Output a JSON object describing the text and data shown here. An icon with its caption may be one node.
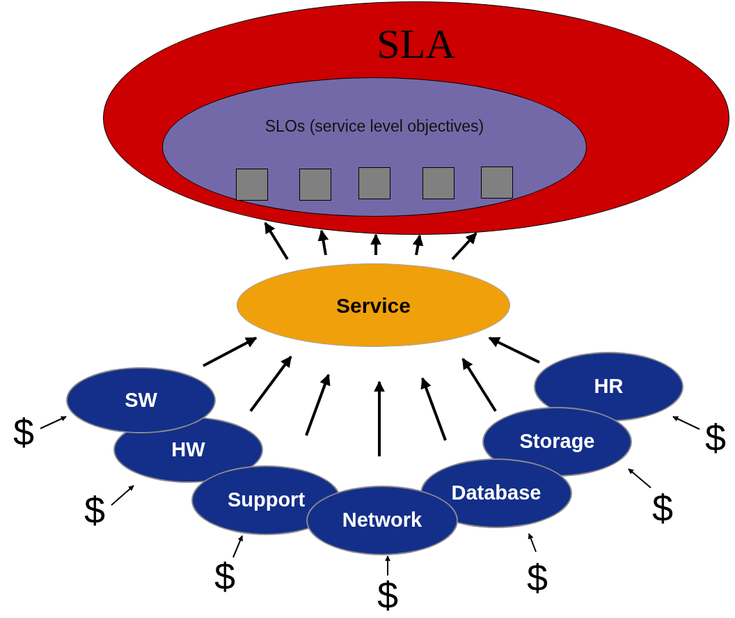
{
  "diagram": {
    "nodes": [
      {
        "text": [
          "SLA"
        ]
      },
      {
        "text": [
          "SLOs (service level objectives)"
        ],
        "in": 0
      },
      {
        "text": [],
        "shape": "box",
        "in": 1
      },
      {
        "text": [],
        "shape": "box",
        "in": 1
      },
      {
        "text": [],
        "shape": "box",
        "in": 1
      },
      {
        "text": [],
        "shape": "box",
        "in": 1
      },
      {
        "text": [],
        "shape": "box",
        "in": 1
      },
      {
        "text": [
          "Service"
        ]
      },
      {
        "text": [
          "SW"
        ]
      },
      {
        "text": [
          "HW"
        ]
      },
      {
        "text": [
          "Support"
        ]
      },
      {
        "text": [
          "Network"
        ]
      },
      {
        "text": [
          "Database"
        ]
      },
      {
        "text": [
          "Storage"
        ]
      },
      {
        "text": [
          "HR"
        ]
      },
      {
        "text": [
          "$"
        ]
      },
      {
        "text": [
          "$"
        ]
      },
      {
        "text": [
          "$"
        ]
      },
      {
        "text": [
          "$"
        ]
      },
      {
        "text": [
          "$"
        ]
      },
      {
        "text": [
          "$"
        ]
      },
      {
        "text": [
          "$"
        ]
      }
    ],
    "edges": [
      {
        "from": 7,
        "to": 0,
        "arrow": "to"
      },
      {
        "from": 7,
        "to": 0,
        "arrow": "to"
      },
      {
        "from": 7,
        "to": 0,
        "arrow": "to"
      },
      {
        "from": 7,
        "to": 0,
        "arrow": "to"
      },
      {
        "from": 7,
        "to": 0,
        "arrow": "to"
      },
      {
        "from": 8,
        "to": 7,
        "arrow": "to"
      },
      {
        "from": 9,
        "to": 7,
        "arrow": "to"
      },
      {
        "from": 10,
        "to": 7,
        "arrow": "to"
      },
      {
        "from": 11,
        "to": 7,
        "arrow": "to"
      },
      {
        "from": 12,
        "to": 7,
        "arrow": "to"
      },
      {
        "from": 13,
        "to": 7,
        "arrow": "to"
      },
      {
        "from": 14,
        "to": 7,
        "arrow": "to"
      },
      {
        "from": 15,
        "to": 8,
        "arrow": "to"
      },
      {
        "from": 16,
        "to": 9,
        "arrow": "to"
      },
      {
        "from": 17,
        "to": 10,
        "arrow": "to"
      },
      {
        "from": 18,
        "to": 11,
        "arrow": "to"
      },
      {
        "from": 19,
        "to": 12,
        "arrow": "to"
      },
      {
        "from": 20,
        "to": 13,
        "arrow": "to"
      },
      {
        "from": 21,
        "to": 14,
        "arrow": "to"
      }
    ]
  }
}
